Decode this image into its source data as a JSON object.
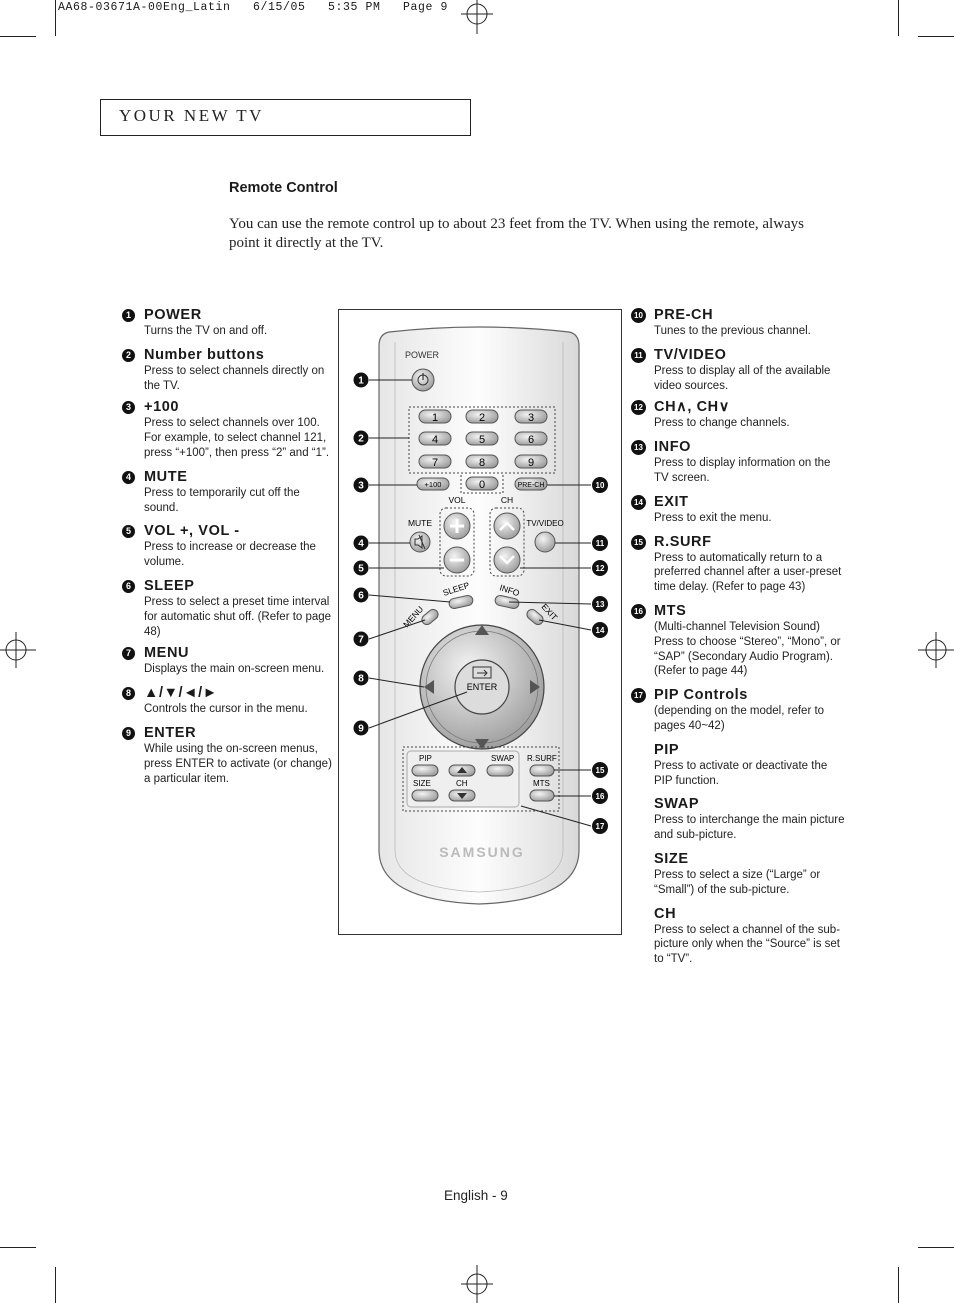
{
  "print_header": {
    "text": "AA68-03671A-00Eng_Latin   6/15/05   5:35 PM   Page 9"
  },
  "section": {
    "title": "YOUR NEW TV"
  },
  "heading": "Remote Control",
  "intro": "You can use the remote control up to about 23 feet from the TV. When using the remote, always point it directly at the TV.",
  "left_items": [
    {
      "num": "1",
      "title": "POWER",
      "desc": "Turns the TV on and off."
    },
    {
      "num": "2",
      "title": "Number buttons",
      "desc": "Press to select channels directly on the TV."
    },
    {
      "num": "3",
      "title": "+100",
      "desc": "Press to select channels over 100. For example, to select channel 121, press “+100”, then press “2” and “1”."
    },
    {
      "num": "4",
      "title": "MUTE",
      "desc": "Press to temporarily cut off the sound."
    },
    {
      "num": "5",
      "title": "VOL +, VOL -",
      "desc": "Press to increase or decrease the volume."
    },
    {
      "num": "6",
      "title": "SLEEP",
      "desc": "Press to select a preset time interval for automatic shut off. (Refer to page 48)"
    },
    {
      "num": "7",
      "title": "MENU",
      "desc": "Displays the main on-screen menu."
    },
    {
      "num": "8",
      "title": "▲/▼/◄/►",
      "desc": "Controls the cursor in the menu."
    },
    {
      "num": "9",
      "title": "ENTER",
      "desc": "While using the on-screen menus, press ENTER to activate (or change) a particular item."
    }
  ],
  "right_items": [
    {
      "num": "10",
      "title": "PRE-CH",
      "desc": "Tunes to the previous channel."
    },
    {
      "num": "11",
      "title": "TV/VIDEO",
      "desc": "Press to display all of the available video sources."
    },
    {
      "num": "12",
      "title": "CH∧, CH∨",
      "desc": "Press to change channels."
    },
    {
      "num": "13",
      "title": "INFO",
      "desc": "Press to display information on the TV screen."
    },
    {
      "num": "14",
      "title": "EXIT",
      "desc": "Press to exit the menu."
    },
    {
      "num": "15",
      "title": "R.SURF",
      "desc": "Press to automatically return to a preferred channel after a user-preset time delay. (Refer to page 43)"
    },
    {
      "num": "16",
      "title": "MTS",
      "desc": "(Multi-channel Television Sound) Press to choose “Stereo”, “Mono”, or “SAP” (Secondary Audio Program). (Refer to page 44)"
    },
    {
      "num": "17",
      "title": "PIP Controls",
      "desc": "(depending on the model, refer to pages 40~42)"
    },
    {
      "num": "",
      "title": "PIP",
      "desc": "Press to activate or deactivate the PIP function."
    },
    {
      "num": "",
      "title": "SWAP",
      "desc": "Press to interchange the main picture and sub-picture."
    },
    {
      "num": "",
      "title": "SIZE",
      "desc": "Press to select a size (“Large” or “Small”) of the sub-picture."
    },
    {
      "num": "",
      "title": "CH",
      "desc": "Press to select a channel of the sub-picture only when the “Source” is set to “TV”."
    }
  ],
  "remote": {
    "brand": "SAMSUNG",
    "labels": {
      "power": "POWER",
      "mute": "MUTE",
      "vol": "VOL",
      "ch": "CH",
      "tvvideo": "TV/VIDEO",
      "sleep": "SLEEP",
      "info": "INFO",
      "menu": "MENU",
      "exit": "EXIT",
      "enter": "ENTER",
      "pip": "PIP",
      "swap": "SWAP",
      "rsurf": "R.SURF",
      "size": "SIZE",
      "pipch": "CH",
      "mts": "MTS",
      "plus100": "+100",
      "prech": "PRE-CH"
    },
    "digits": [
      "1",
      "2",
      "3",
      "4",
      "5",
      "6",
      "7",
      "8",
      "9",
      "0"
    ],
    "callouts": [
      "1",
      "2",
      "3",
      "4",
      "5",
      "6",
      "7",
      "8",
      "9",
      "10",
      "11",
      "12",
      "13",
      "14",
      "15",
      "16",
      "17"
    ]
  },
  "footer": "English - 9"
}
